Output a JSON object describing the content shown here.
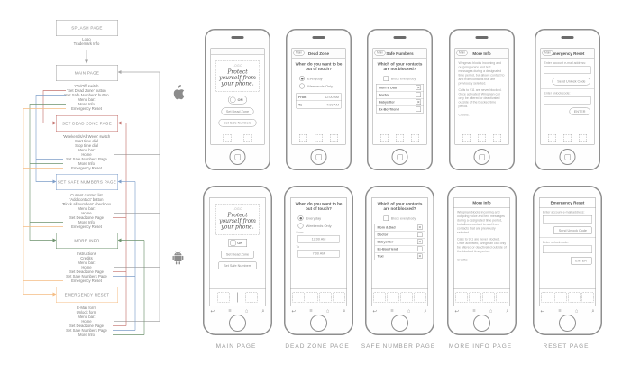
{
  "sitemap": {
    "nodes": [
      {
        "id": "splash",
        "label": "SPLASH PAGE",
        "items": [
          "Logo",
          "Trademark Info"
        ]
      },
      {
        "id": "main",
        "label": "MAIN PAGE",
        "items": [
          "'On/Off' switch",
          "'Set Dead Zone' button",
          "'Set Safe Numbers' button",
          "Menu bar:",
          "More Info",
          "Emergency Reset"
        ]
      },
      {
        "id": "deadzone",
        "label": "SET DEAD ZONE PAGE",
        "items": [
          "'Weekends/All Week' switch",
          "Start time dial",
          "Stop time dial",
          "Menu bar:",
          "Home",
          "Set Safe Numbers Page",
          "More Info",
          "Emergency Reset"
        ]
      },
      {
        "id": "safenumbers",
        "label": "SET SAFE NUMBERS PAGE",
        "items": [
          "Current contact list",
          "'Add contact' button",
          "'Block all numbers' checkbox",
          "Menu bar:",
          "Home",
          "Set Deadzone Page",
          "More Info",
          "Emergency Reset"
        ]
      },
      {
        "id": "moreinfo",
        "label": "MORE INFO",
        "items": [
          "Instructions",
          "Credits",
          "Menu bar:",
          "Home",
          "Set Deadzone Page",
          "Set Safe Numbers Page",
          "Emergency Reset"
        ]
      },
      {
        "id": "reset",
        "label": "EMERGENCY RESET",
        "items": [
          "E-Mail form",
          "Unlock form",
          "Menu bar:",
          "Home",
          "Set Deadzone Page",
          "Set Safe Numbers Page",
          "More Info"
        ]
      }
    ]
  },
  "colors": {
    "neutral": "#9f9f9f",
    "deadzone": "#c4736f",
    "safenumbers": "#7e9ec9",
    "moreinfo": "#6e936e",
    "reset": "#f5bd84",
    "gray_link": "#a0a0a0"
  },
  "screens": {
    "main": {
      "logo_placeholder": "LOGO",
      "tagline": "Protect yourself from your phone.",
      "toggle_label": "ON",
      "buttons": [
        "Set Dead Zone",
        "Set Safe Numbers"
      ]
    },
    "deadzone": {
      "back": "Main",
      "title": "Dead Zone",
      "question": "When do you want to be out of touch?",
      "options": [
        "Everyday",
        "Weekends Only"
      ],
      "from_label": "From",
      "from_value": "12:00 AM",
      "to_label": "To",
      "to_value": "7:00 AM"
    },
    "safe": {
      "back": "Main",
      "title": "Safe Numbers",
      "question": "Which of your contacts are not blocked?",
      "block_all_label": "Block everybody",
      "contacts": [
        {
          "name": "Mom & Dad",
          "mark": "✕"
        },
        {
          "name": "Doctor",
          "mark": ""
        },
        {
          "name": "Babysitter",
          "mark": "✕"
        },
        {
          "name": "Ex-Boyfriend",
          "mark": ""
        },
        {
          "name": "Taxi",
          "mark": "✕"
        }
      ]
    },
    "info": {
      "back": "Main",
      "title": "More Info",
      "paragraphs": [
        "Wingman blocks incoming and outgoing voice and text messages during a designated time period, but allows contact to and from contacts that are previously selected.",
        "Calls to 911 are never blocked. Once activated, Wingman can only be altered or deactivated outside of the blocked time period."
      ],
      "credits_label": "Credits:"
    },
    "reset": {
      "back": "Main",
      "title": "Emergency Reset",
      "email_label": "Enter account e-mail address:",
      "send_button": "Send Unlock Code",
      "code_label": "Enter unlock code:",
      "enter_button": "ENTER"
    }
  },
  "android_nav_icons": {
    "back": "↩",
    "menu": "≡",
    "home": "⌂",
    "search": "⌕"
  },
  "footer_labels": [
    "MAIN PAGE",
    "DEAD ZONE PAGE",
    "SAFE NUMBER PAGE",
    "MORE INFO PAGE",
    "RESET PAGE"
  ]
}
